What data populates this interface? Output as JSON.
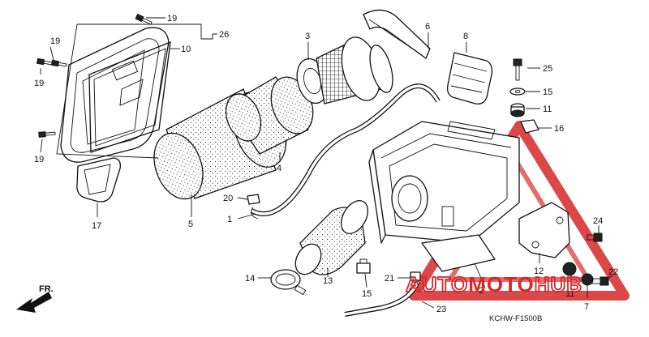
{
  "diagram": {
    "code": "KCHW-F1500B",
    "direction_label": "FR.",
    "watermark": {
      "prefix": "AUTO",
      "middle": "MOTO",
      "suffix": "HUB",
      "accent_color": "#d62828"
    },
    "callouts": [
      "1",
      "2",
      "3",
      "4",
      "5",
      "6",
      "7",
      "8",
      "10",
      "11",
      "11",
      "12",
      "13",
      "14",
      "15",
      "15",
      "16",
      "17",
      "19",
      "19",
      "19",
      "19",
      "20",
      "21",
      "22",
      "23",
      "24",
      "25",
      "26"
    ]
  }
}
